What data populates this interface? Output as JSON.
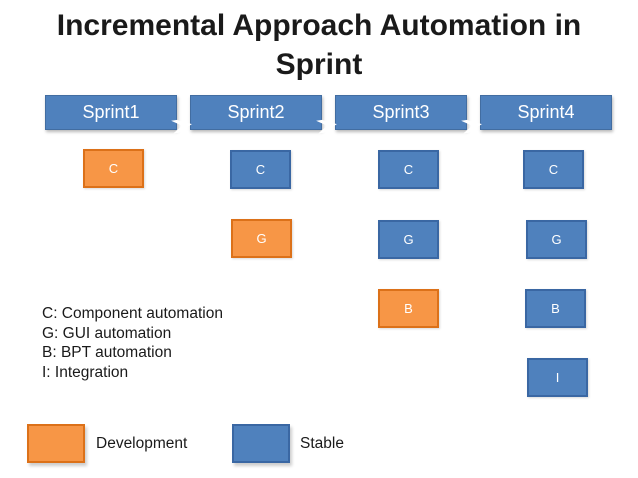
{
  "title": {
    "line1": "Incremental Approach Automation in",
    "line2": "Sprint"
  },
  "sprints": [
    {
      "label": "Sprint1"
    },
    {
      "label": "Sprint2"
    },
    {
      "label": "Sprint3"
    },
    {
      "label": "Sprint4"
    }
  ],
  "boxes": {
    "s1c": {
      "letter": "C",
      "status": "development"
    },
    "s2c": {
      "letter": "C",
      "status": "stable"
    },
    "s2g": {
      "letter": "G",
      "status": "development"
    },
    "s3c": {
      "letter": "C",
      "status": "stable"
    },
    "s3g": {
      "letter": "G",
      "status": "stable"
    },
    "s3b": {
      "letter": "B",
      "status": "development"
    },
    "s4c": {
      "letter": "C",
      "status": "stable"
    },
    "s4g": {
      "letter": "G",
      "status": "stable"
    },
    "s4b": {
      "letter": "B",
      "status": "stable"
    },
    "s4i": {
      "letter": "I",
      "status": "stable"
    }
  },
  "key": {
    "line1": "C: Component automation",
    "line2": "G: GUI automation",
    "line3": "B: BPT automation",
    "line4": "I: Integration"
  },
  "legend": {
    "development": "Development",
    "stable": "Stable"
  },
  "colors": {
    "development": "#F79646",
    "developmentBorder": "#DC7119",
    "stable": "#4F81BD",
    "stableBorder": "#3A67A3",
    "titleText": "#1A1A1A"
  }
}
